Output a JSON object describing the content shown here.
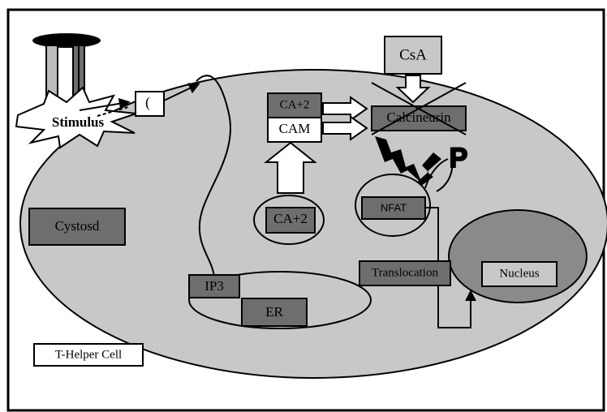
{
  "labels": {
    "stimulus": "Stimulus",
    "receptor_gate": "(",
    "csa": "CsA",
    "ca2_bound": "CA+2",
    "cam": "CAM",
    "calcineurin": "Calcineurin",
    "phosphate": "P",
    "nfat": "NFAT",
    "cytosol": "Cystosd",
    "ca2_store": "CA+2",
    "ip3": "IP3",
    "er": "ER",
    "translocation": "Translocation",
    "nucleus": "Nucleus",
    "t_helper_cell": "T-Helper Cell"
  },
  "colors": {
    "cell_fill": "#c8c8c8",
    "dark_box": "#6e6e6e",
    "light_box": "#c8c8c8",
    "nucleus_fill": "#8a8a8a",
    "line": "#000000",
    "white": "#ffffff"
  }
}
